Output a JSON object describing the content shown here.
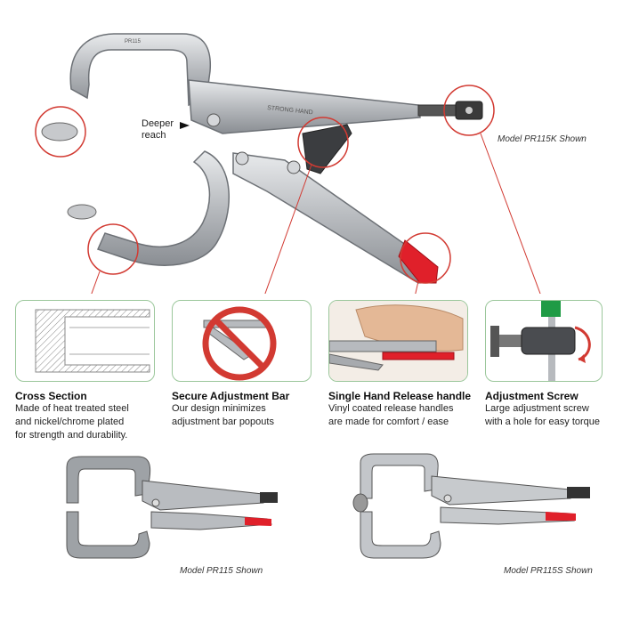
{
  "labels": {
    "deeper_reach": "Deeper\nreach",
    "top_model": "Model PR115K Shown",
    "bottom_left_model": "Model PR115 Shown",
    "bottom_right_model": "Model PR115S Shown",
    "tool_engraving": "PR115"
  },
  "features": [
    {
      "title": "Cross Section",
      "desc": "Made of heat treated steel\nand nickel/chrome plated\nfor strength and durability."
    },
    {
      "title": "Secure Adjustment Bar",
      "desc": "Our design minimizes\nadjustment bar popouts"
    },
    {
      "title": "Single Hand Release handle",
      "desc": "Vinyl coated release handles\nare made for comfort / ease"
    },
    {
      "title": "Adjustment Screw",
      "desc": "Large adjustment screw\nwith a hole for easy torque"
    }
  ],
  "colors": {
    "panel_border": "#9bc79b",
    "callout_red": "#d23a32",
    "handle_red": "#e0202a",
    "steel": "#b9bcc0",
    "steel_dark": "#7d8186",
    "green_pad": "#1f9b45"
  }
}
